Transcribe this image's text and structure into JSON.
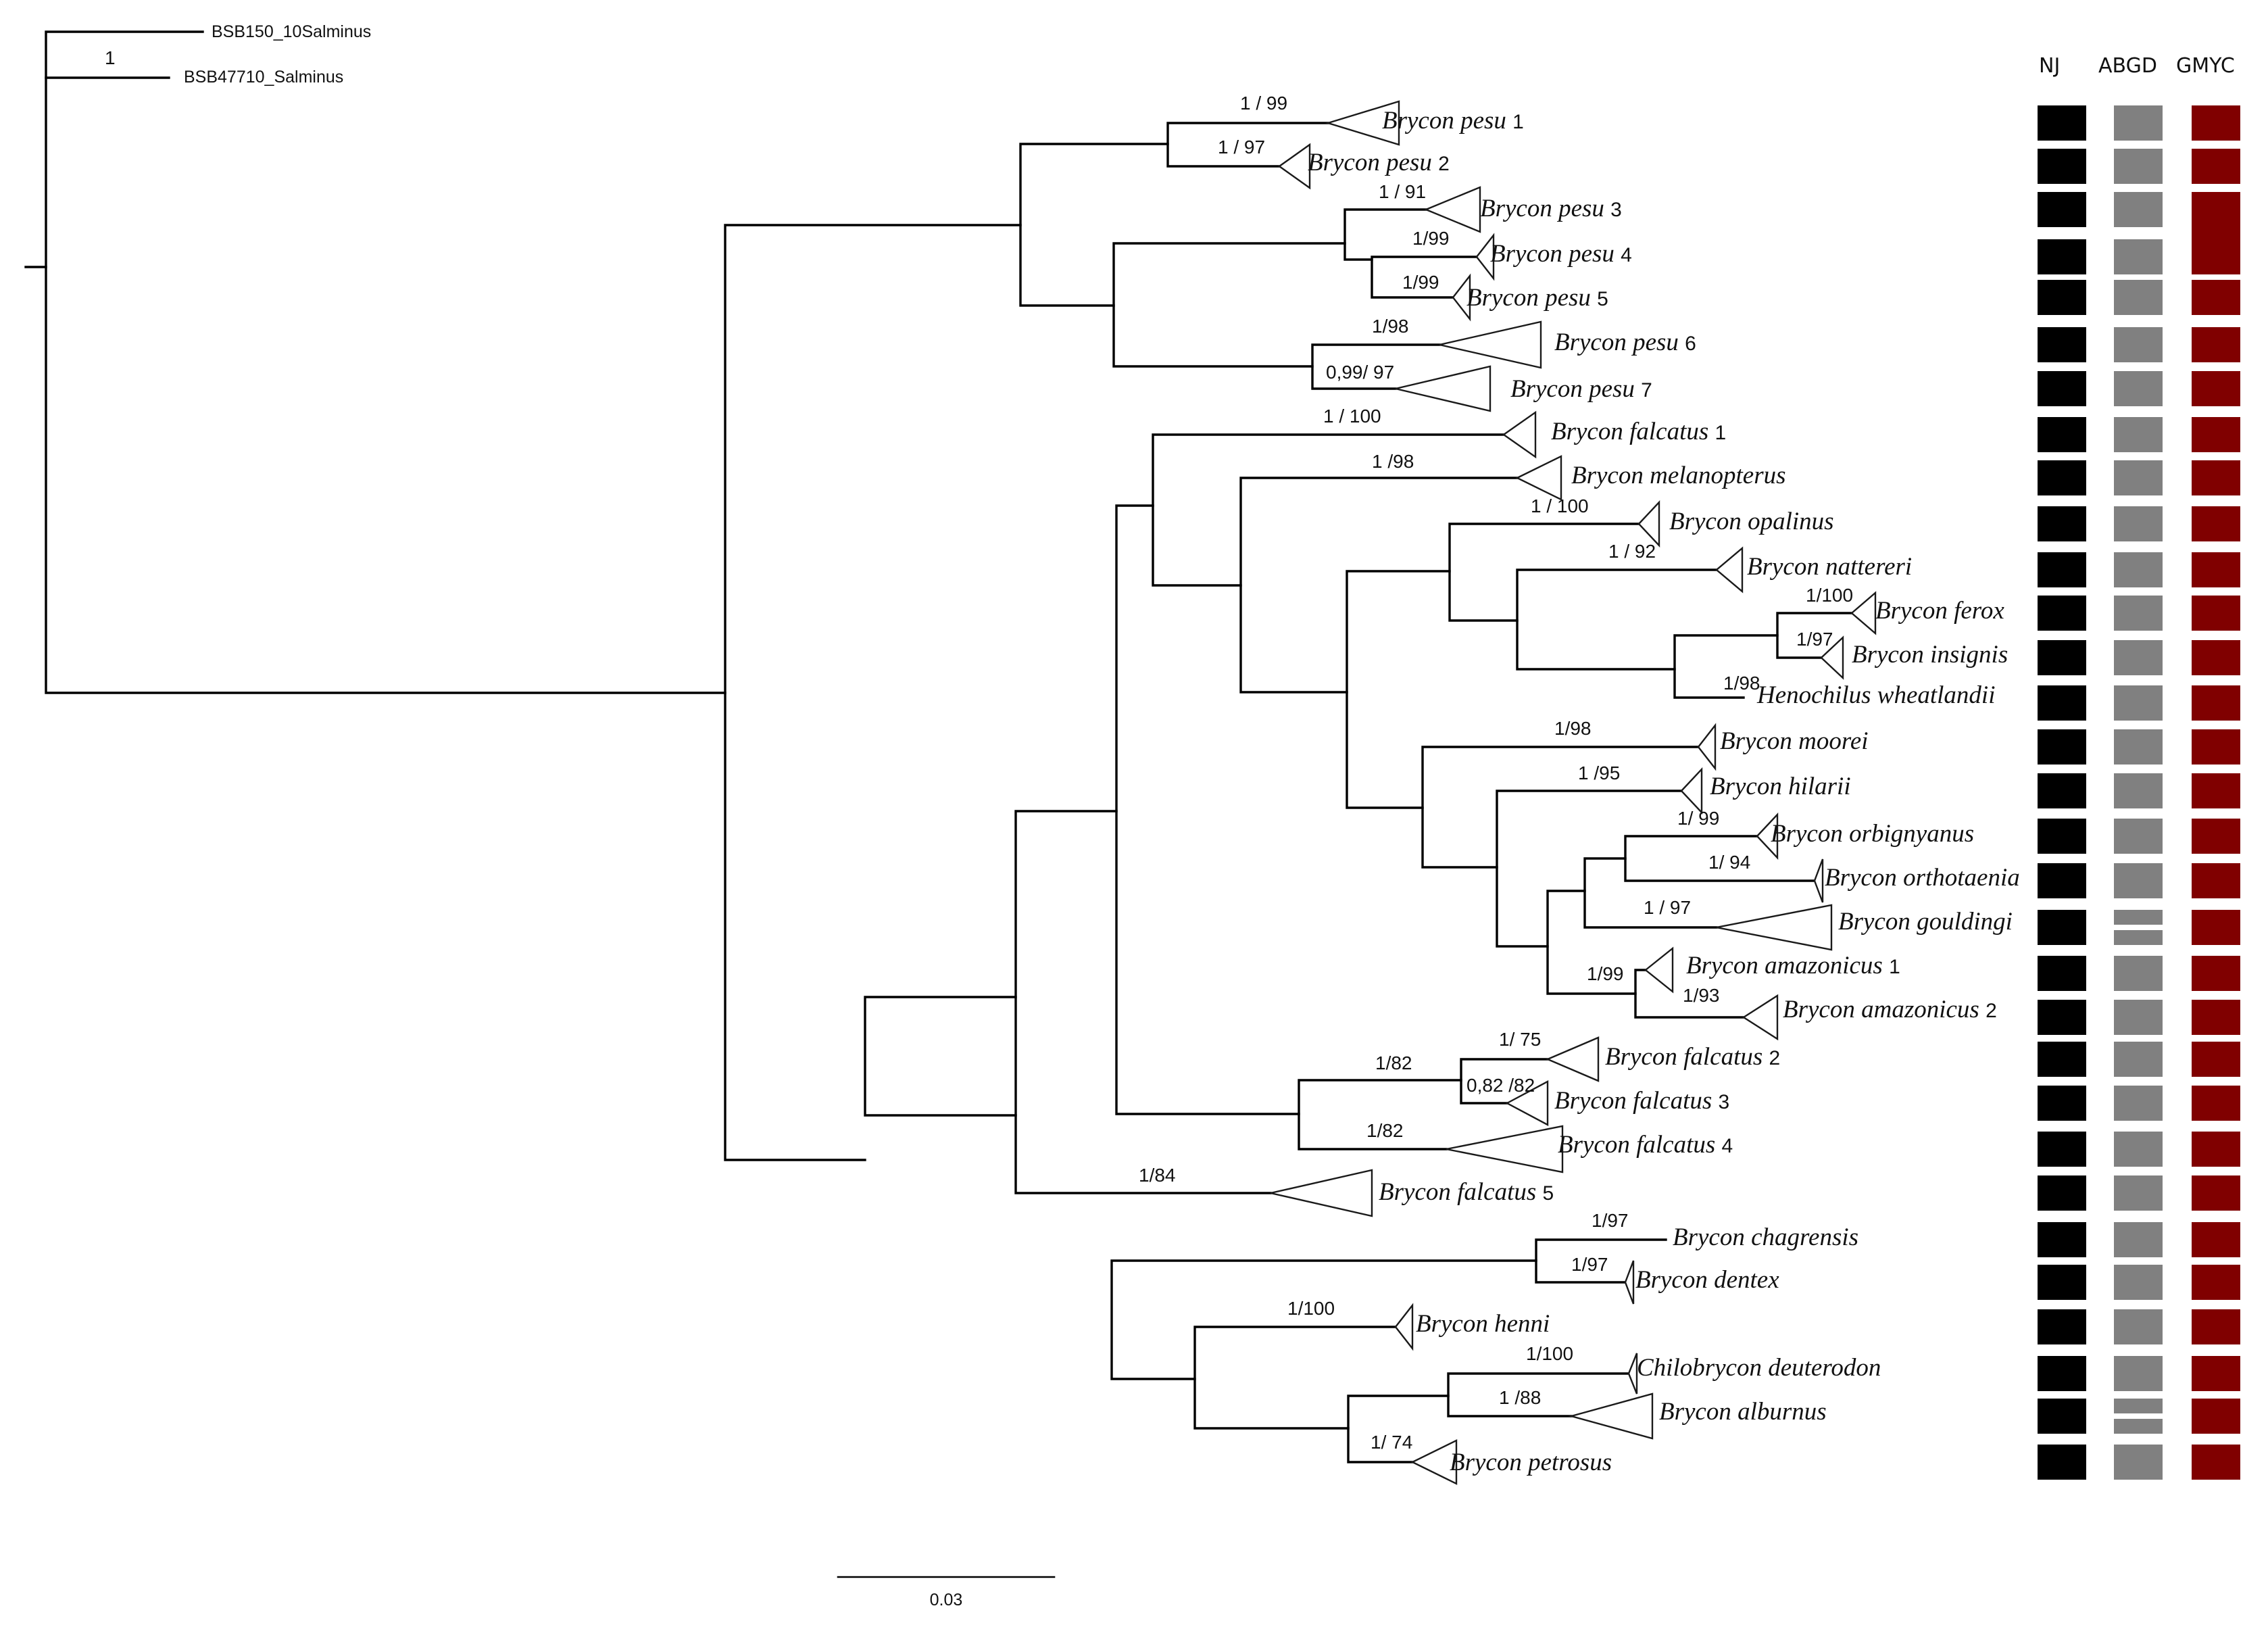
{
  "outgroup": {
    "taxa": [
      "BSB150_10Salminus",
      "BSB47710_Salminus"
    ],
    "support": "1"
  },
  "methods": {
    "headers": [
      "NJ",
      "ABGD",
      "GMYC"
    ],
    "colors": {
      "NJ": "#000000",
      "ABGD": "#808080",
      "GMYC": "#800000"
    }
  },
  "scale_bar": {
    "label": "0.03"
  },
  "clades": [
    {
      "name": "Brycon pesu",
      "num": "1"
    },
    {
      "name": "Brycon pesu",
      "num": "2"
    },
    {
      "name": "Brycon pesu",
      "num": "3"
    },
    {
      "name": "Brycon pesu",
      "num": "4"
    },
    {
      "name": "Brycon pesu",
      "num": "5"
    },
    {
      "name": "Brycon pesu",
      "num": "6"
    },
    {
      "name": "Brycon pesu",
      "num": "7"
    },
    {
      "name": "Brycon falcatus",
      "num": "1"
    },
    {
      "name": "Brycon melanopterus",
      "num": ""
    },
    {
      "name": "Brycon opalinus",
      "num": ""
    },
    {
      "name": "Brycon nattereri",
      "num": ""
    },
    {
      "name": "Brycon ferox",
      "num": ""
    },
    {
      "name": "Brycon insignis",
      "num": ""
    },
    {
      "name": "Henochilus wheatlandii",
      "num": ""
    },
    {
      "name": "Brycon moorei",
      "num": ""
    },
    {
      "name": "Brycon hilarii",
      "num": ""
    },
    {
      "name": "Brycon orbignyanus",
      "num": ""
    },
    {
      "name": "Brycon orthotaenia",
      "num": ""
    },
    {
      "name": "Brycon gouldingi",
      "num": ""
    },
    {
      "name": "Brycon amazonicus",
      "num": "1"
    },
    {
      "name": "Brycon amazonicus",
      "num": "2"
    },
    {
      "name": "Brycon falcatus",
      "num": "2"
    },
    {
      "name": "Brycon falcatus",
      "num": "3"
    },
    {
      "name": "Brycon falcatus",
      "num": "4"
    },
    {
      "name": "Brycon falcatus",
      "num": "5"
    },
    {
      "name": "Brycon chagrensis",
      "num": ""
    },
    {
      "name": "Brycon dentex",
      "num": ""
    },
    {
      "name": "Brycon henni",
      "num": ""
    },
    {
      "name": "Chilobrycon deuterodon",
      "num": ""
    },
    {
      "name": "Brycon alburnus",
      "num": ""
    },
    {
      "name": "Brycon petrosus",
      "num": ""
    }
  ],
  "support_values": [
    "1 / 99",
    "1 / 97",
    "1 / 91",
    "1/99",
    "1/99",
    "1/98",
    "0,99/ 97",
    "1 / 100",
    "1 /98",
    "1 / 100",
    "1 / 92",
    "1/100",
    "1/97",
    "1/98",
    "1/98",
    "1 /95",
    "1/ 99",
    "1/ 94",
    "1 / 97",
    "1/99",
    "1/93",
    "1/ 75",
    "1/82",
    "0,82 /82",
    "1/82",
    "1/84",
    "1/97",
    "1/97",
    "1/100",
    "1/100",
    "1 /88",
    "1/ 74"
  ]
}
